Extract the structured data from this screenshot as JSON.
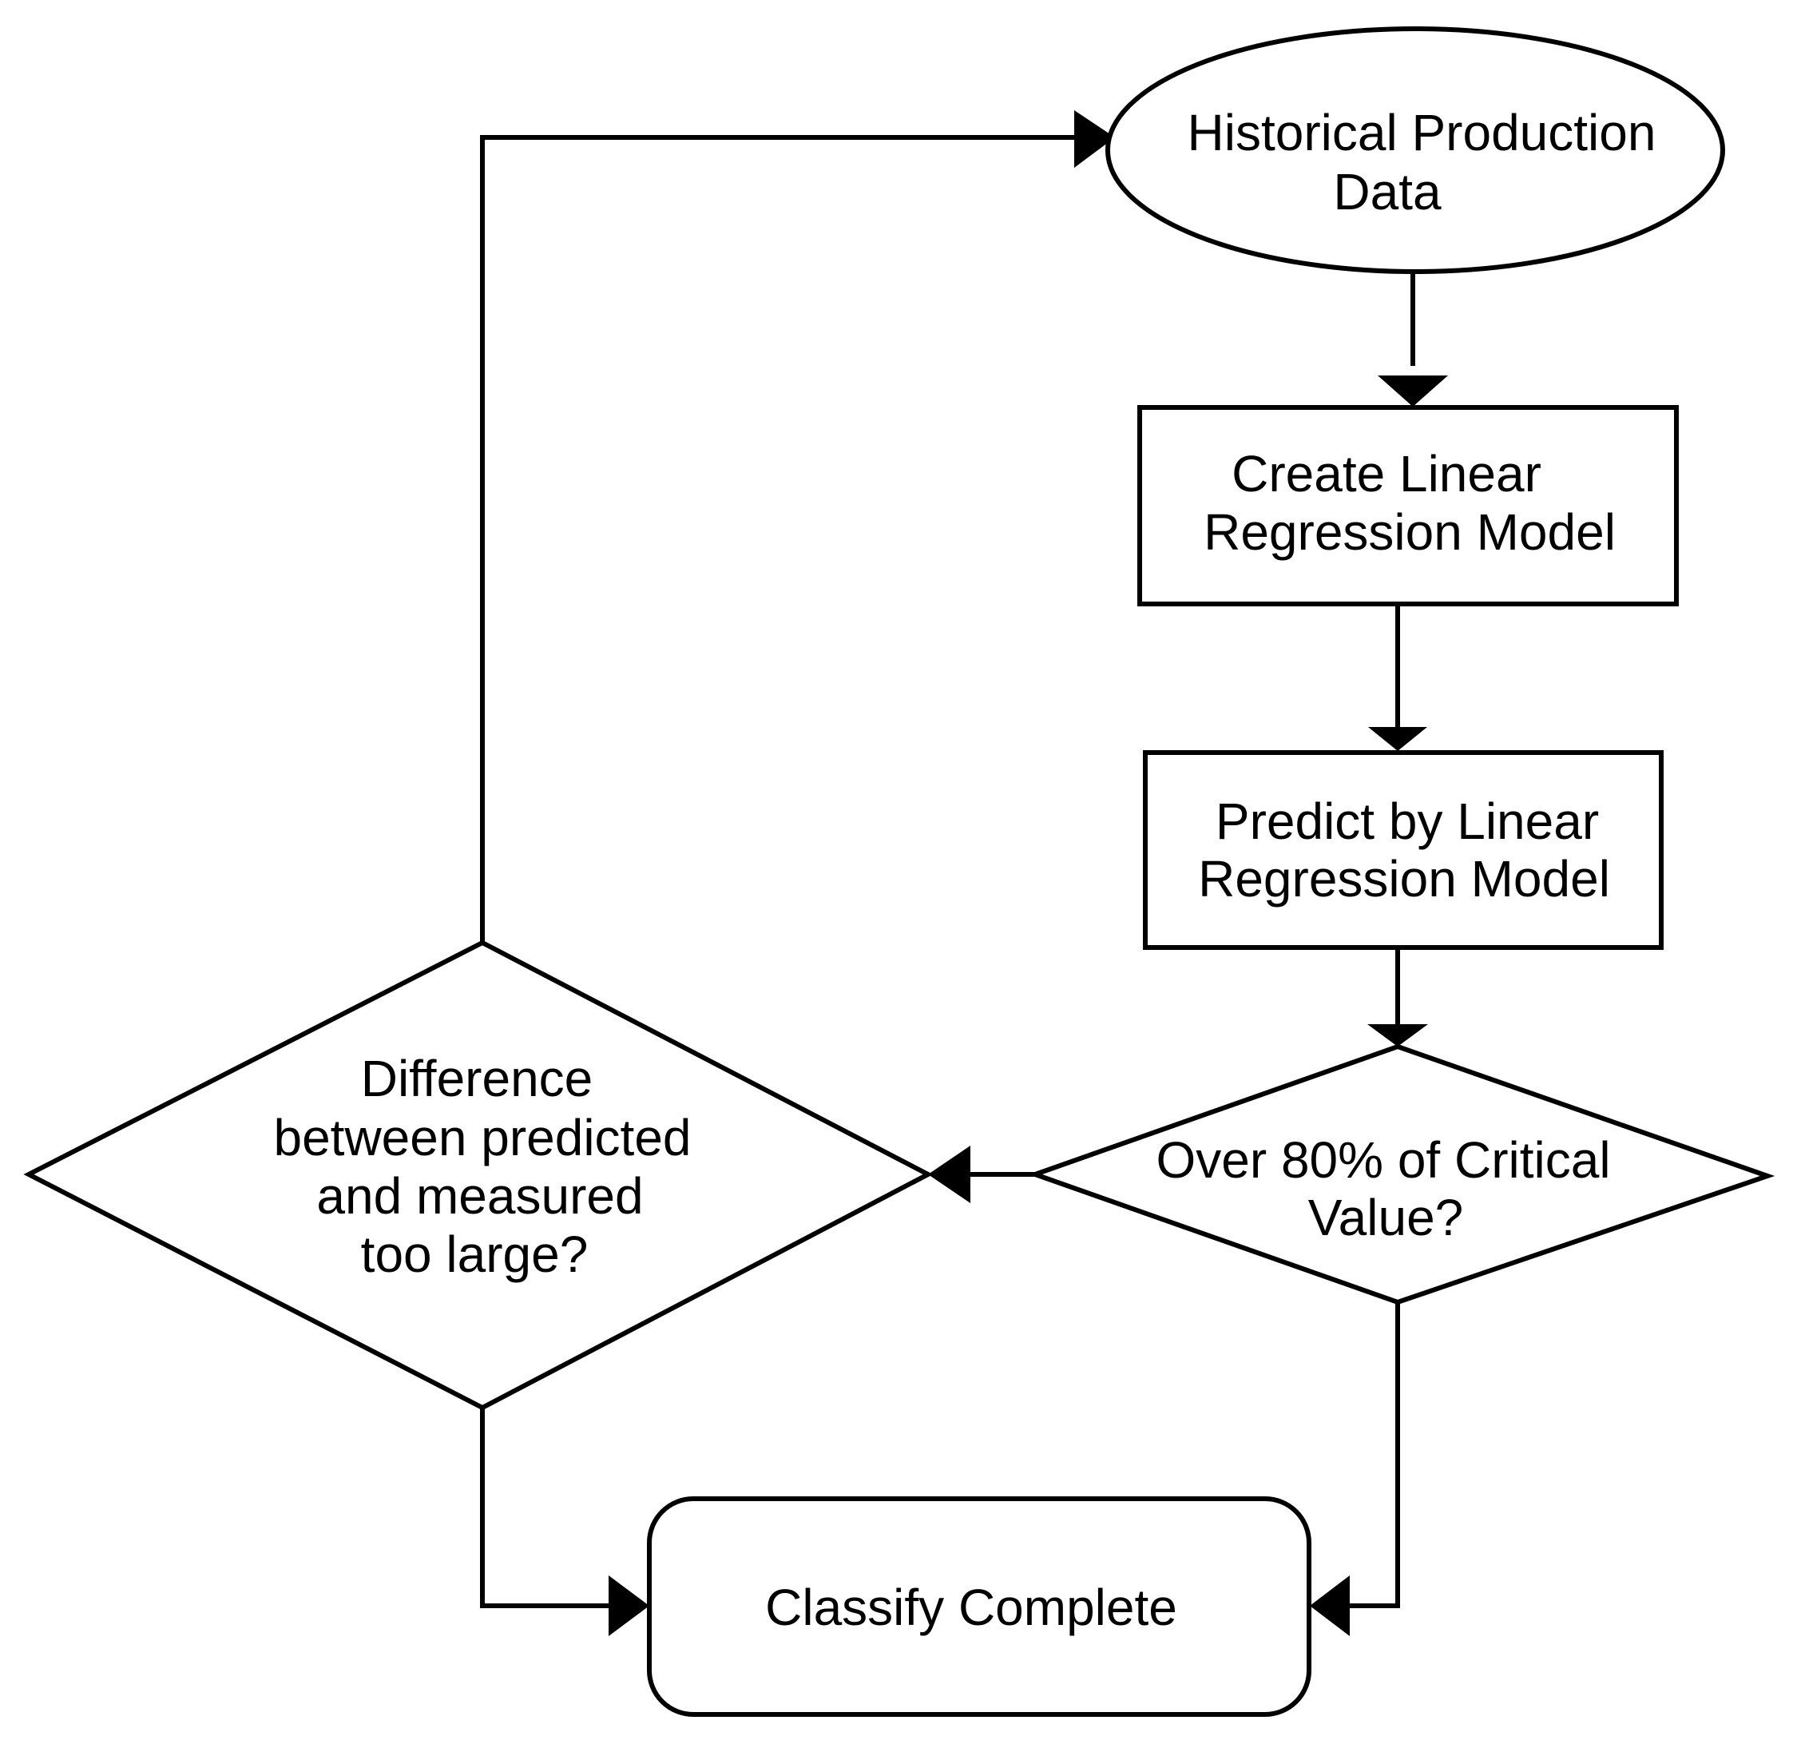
{
  "colors": {
    "stroke": "#000000",
    "fill": "#ffffff",
    "text": "#000000"
  },
  "nodes": {
    "historical_data": {
      "shape": "ellipse",
      "lines": [
        "Historical Production",
        "Data"
      ]
    },
    "create_model": {
      "shape": "rectangle",
      "lines": [
        "Create Linear",
        "Regression Model"
      ]
    },
    "predict_model": {
      "shape": "rectangle",
      "lines": [
        "Predict by Linear",
        "Regression Model"
      ]
    },
    "over_critical": {
      "shape": "diamond",
      "lines": [
        "Over 80% of Critical",
        "Value?"
      ]
    },
    "difference_check": {
      "shape": "diamond",
      "lines": [
        "Difference",
        "between predicted",
        "and measured",
        "too large?"
      ]
    },
    "classify_complete": {
      "shape": "rounded-rectangle",
      "lines": [
        "Classify Complete"
      ]
    }
  },
  "edges": [
    {
      "from": "historical_data",
      "to": "create_model"
    },
    {
      "from": "create_model",
      "to": "predict_model"
    },
    {
      "from": "predict_model",
      "to": "over_critical"
    },
    {
      "from": "over_critical",
      "to": "difference_check"
    },
    {
      "from": "over_critical",
      "to": "classify_complete"
    },
    {
      "from": "difference_check",
      "to": "historical_data"
    },
    {
      "from": "difference_check",
      "to": "classify_complete"
    }
  ]
}
